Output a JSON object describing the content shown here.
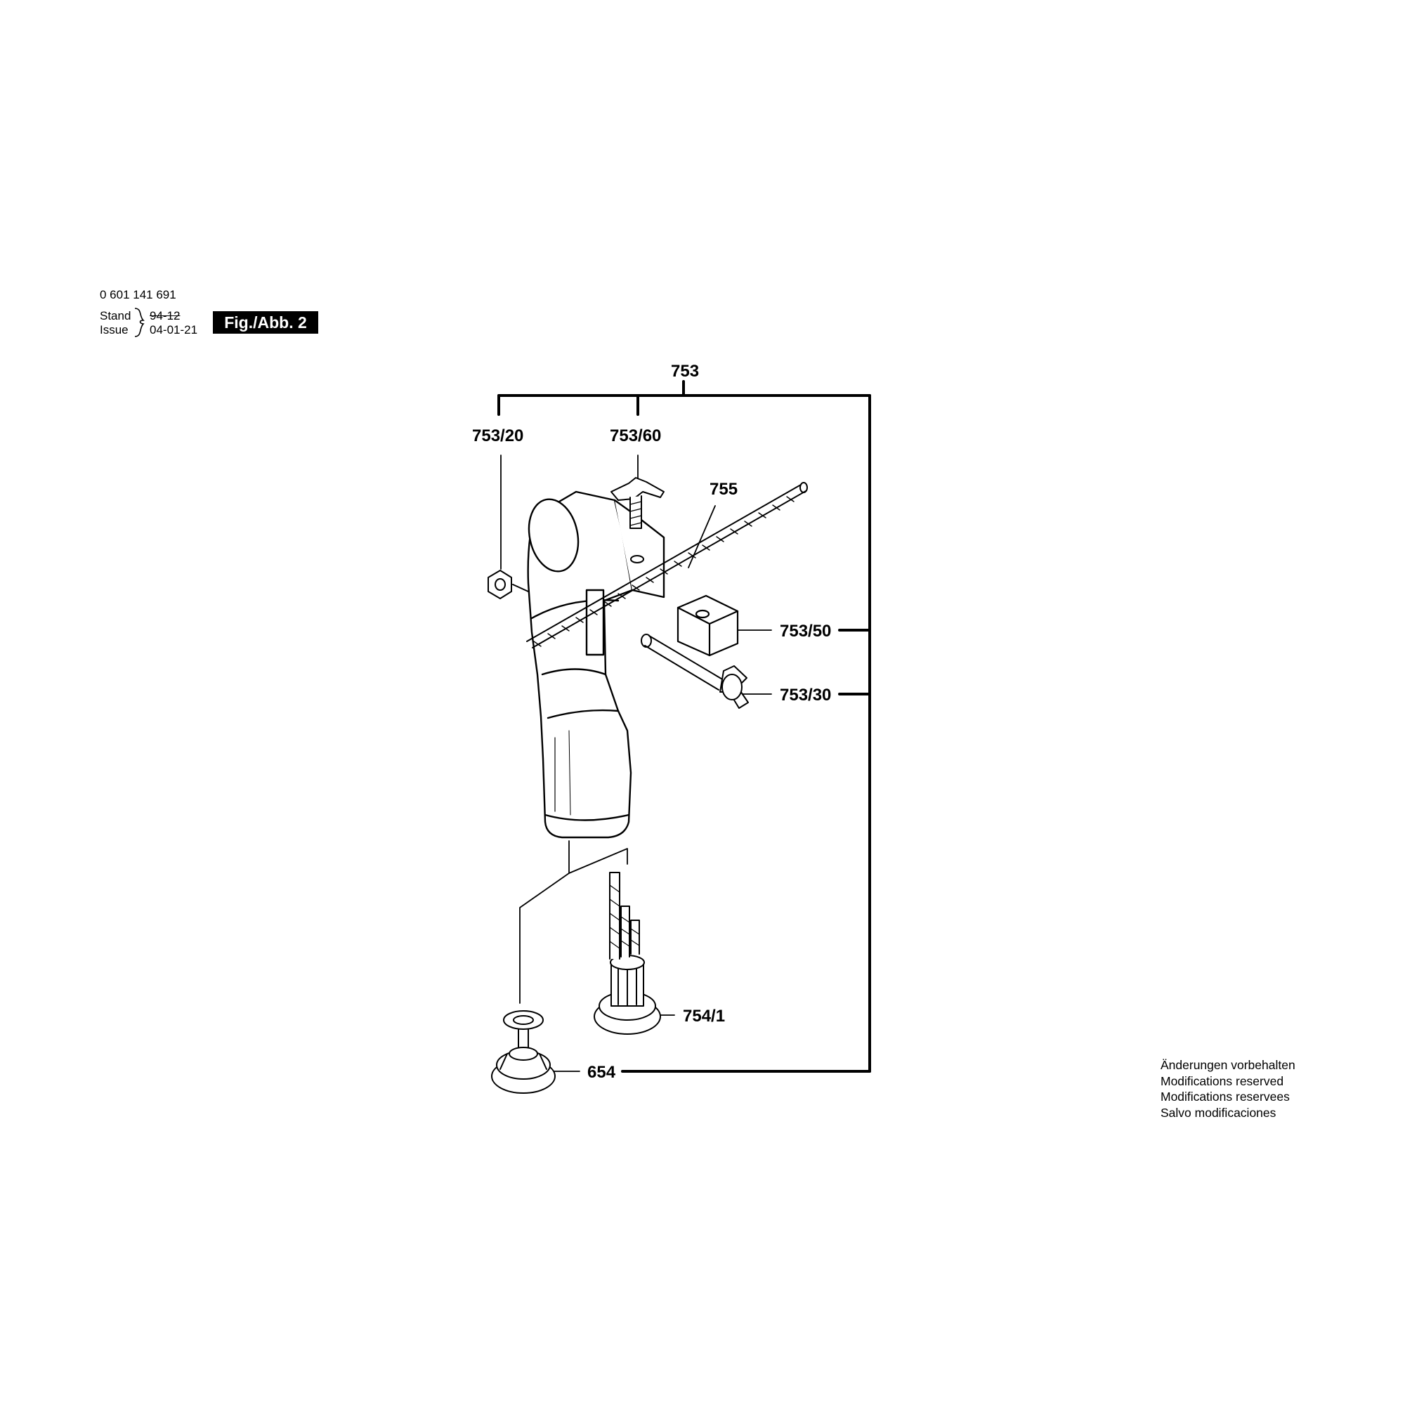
{
  "header": {
    "part_number": "0 601 141 691",
    "stand_label": "Stand",
    "issue_label": "Issue",
    "stand_date_superseded": "94-12",
    "issue_date": "04-01-21",
    "figure_label": "Fig./Abb. 2"
  },
  "callouts": {
    "c753": "753",
    "c753_20": "753/20",
    "c753_60": "753/60",
    "c755": "755",
    "c753_50": "753/50",
    "c753_30": "753/30",
    "c754_1": "754/1",
    "c654": "654"
  },
  "footer_notes": [
    "Änderungen vorbehalten",
    "Modifications reserved",
    "Modifications reservees",
    "Salvo modificaciones"
  ]
}
